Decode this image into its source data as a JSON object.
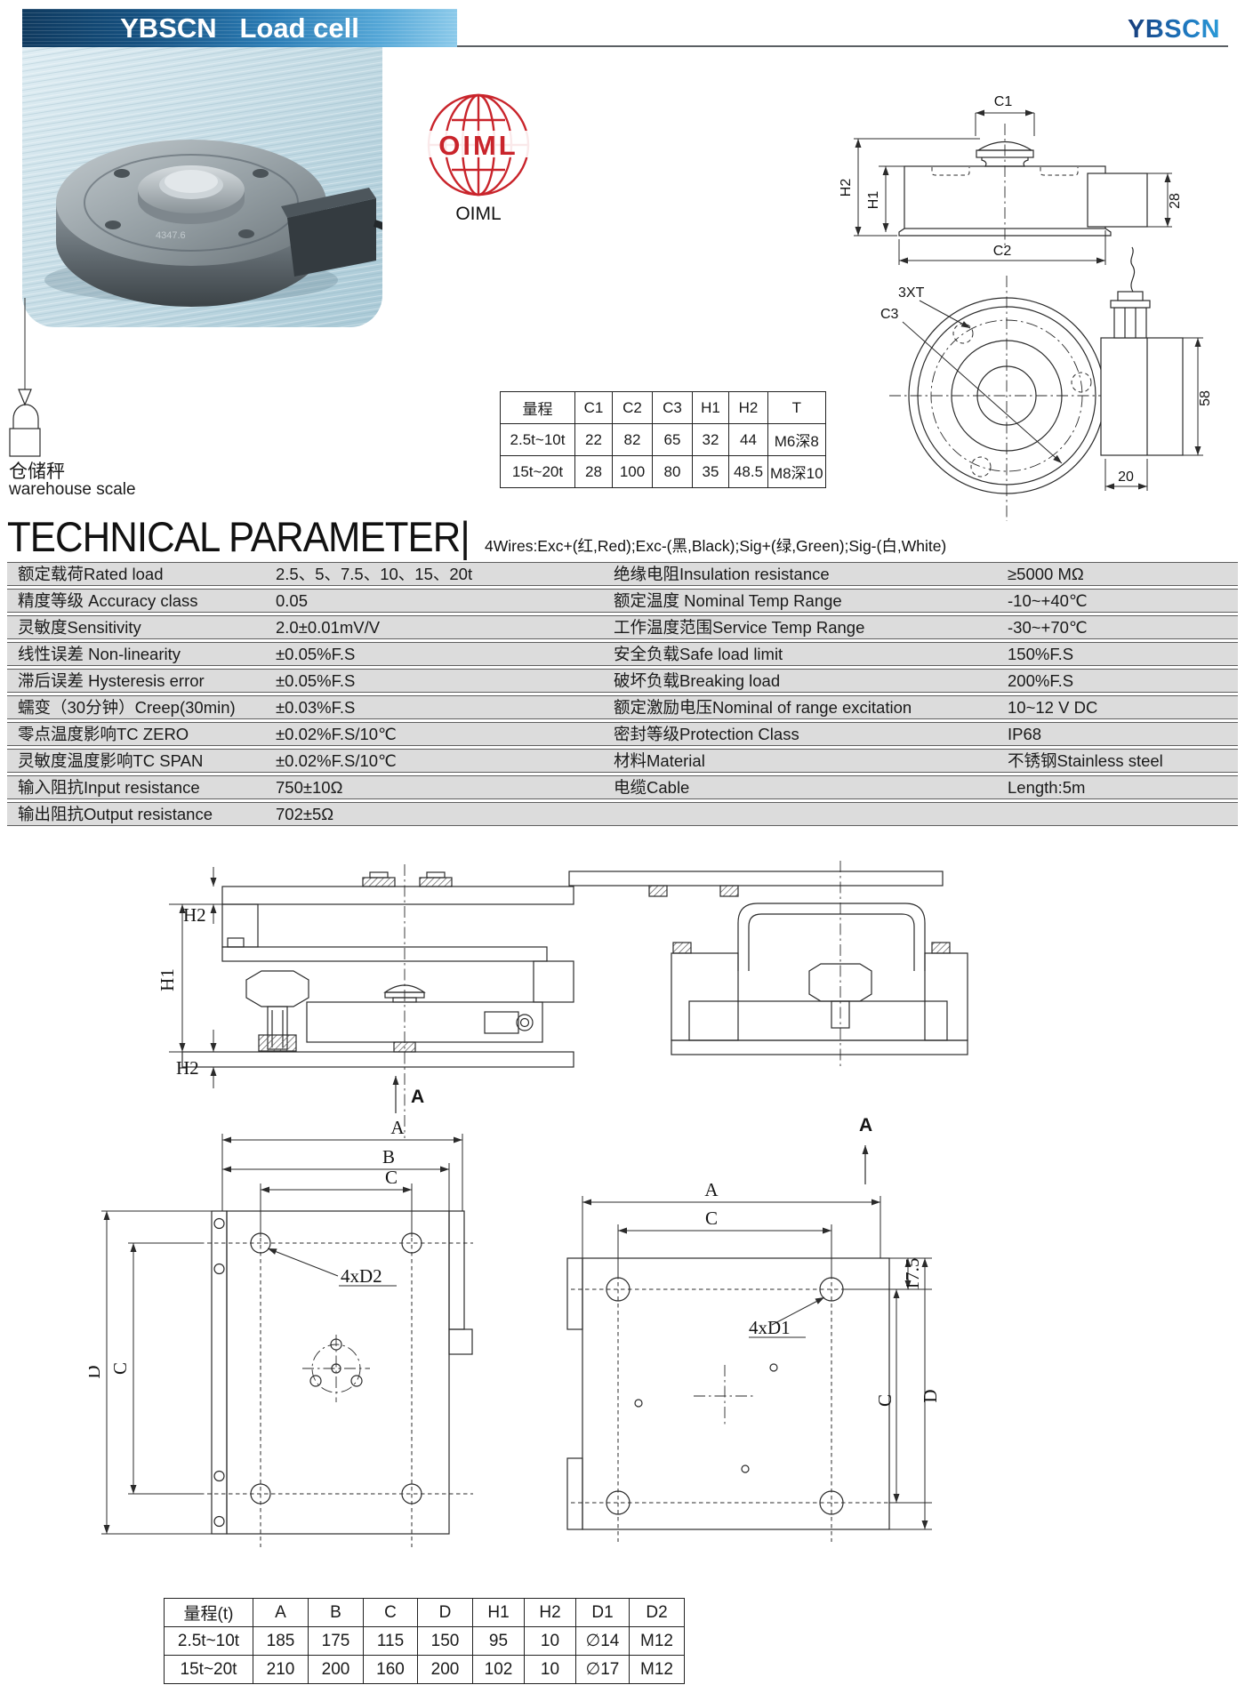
{
  "header": {
    "title": "YBSCN   Load cell",
    "brand": "YBSCN"
  },
  "oiml": {
    "globe_text": "OIML",
    "caption": "OIML"
  },
  "application": {
    "label_cn": "仓储秤",
    "label_en": "warehouse scale"
  },
  "section": {
    "title": "TECHNICAL PARAMETER|",
    "wires_note": "4Wires:Exc+(红,Red);Exc-(黑,Black);Sig+(绿,Green);Sig-(白,White)"
  },
  "dims": {
    "c1": "C1",
    "c2": "C2",
    "c3": "C3",
    "h1": "H1",
    "h2": "H2",
    "n28": "28",
    "xt": "3XT",
    "n58": "58",
    "n20": "20",
    "a": "A",
    "b": "B",
    "c": "C",
    "d": "D",
    "holes_d2": "4xD2",
    "holes_d1": "4xD1",
    "n175": "17.5"
  },
  "size_table": {
    "headers": [
      "量程",
      "C1",
      "C2",
      "C3",
      "H1",
      "H2",
      "T"
    ],
    "rows": [
      [
        "2.5t~10t",
        "22",
        "82",
        "65",
        "32",
        "44",
        "M6深8"
      ],
      [
        "15t~20t",
        "28",
        "100",
        "80",
        "35",
        "48.5",
        "M8深10"
      ]
    ]
  },
  "params": {
    "left": [
      {
        "label": "额定载荷Rated load",
        "value": "2.5、5、7.5、10、15、20t"
      },
      {
        "label": "精度等级 Accuracy class",
        "value": "0.05"
      },
      {
        "label": "灵敏度Sensitivity",
        "value": "2.0±0.01mV/V"
      },
      {
        "label": "线性误差 Non-linearity",
        "value": "±0.05%F.S"
      },
      {
        "label": "滞后误差 Hysteresis error",
        "value": "±0.05%F.S"
      },
      {
        "label": "蠕变（30分钟）Creep(30min)",
        "value": "±0.03%F.S"
      },
      {
        "label": "零点温度影响TC ZERO",
        "value": "±0.02%F.S/10℃"
      },
      {
        "label": "灵敏度温度影响TC SPAN",
        "value": "±0.02%F.S/10℃"
      },
      {
        "label": "输入阻抗Input resistance",
        "value": "750±10Ω"
      },
      {
        "label": "输出阻抗Output resistance",
        "value": "702±5Ω"
      }
    ],
    "right": [
      {
        "label": "绝缘电阻Insulation resistance",
        "value": "≥5000 MΩ"
      },
      {
        "label": "额定温度 Nominal Temp Range",
        "value": "-10~+40℃"
      },
      {
        "label": "工作温度范围Service Temp Range",
        "value": "-30~+70℃"
      },
      {
        "label": "安全负载Safe load limit",
        "value": "150%F.S"
      },
      {
        "label": "破坏负载Breaking load",
        "value": "200%F.S"
      },
      {
        "label": "额定激励电压Nominal of range excitation",
        "value": "10~12 V DC"
      },
      {
        "label": "密封等级Protection Class",
        "value": "IP68"
      },
      {
        "label": "材料Material",
        "value": "不锈钢Stainless steel"
      },
      {
        "label": "电缆Cable",
        "value": "Length:5m"
      }
    ]
  },
  "mount_table": {
    "headers": [
      "量程(t)",
      "A",
      "B",
      "C",
      "D",
      "H1",
      "H2",
      "D1",
      "D2"
    ],
    "rows": [
      [
        "2.5t~10t",
        "185",
        "175",
        "115",
        "150",
        "95",
        "10",
        "∅14",
        "M12"
      ],
      [
        "15t~20t",
        "210",
        "200",
        "160",
        "200",
        "102",
        "10",
        "∅17",
        "M12"
      ]
    ]
  },
  "colors": {
    "header_bar_dark": "#0f3a5f",
    "header_bar_light": "#8ccaea",
    "brand_blue": "#1d74bc",
    "oiml_red": "#c9242b",
    "photo_background": "#c7dde6",
    "param_row_gray": "#dcdcdc",
    "drawing_line": "#2b2b2b"
  }
}
